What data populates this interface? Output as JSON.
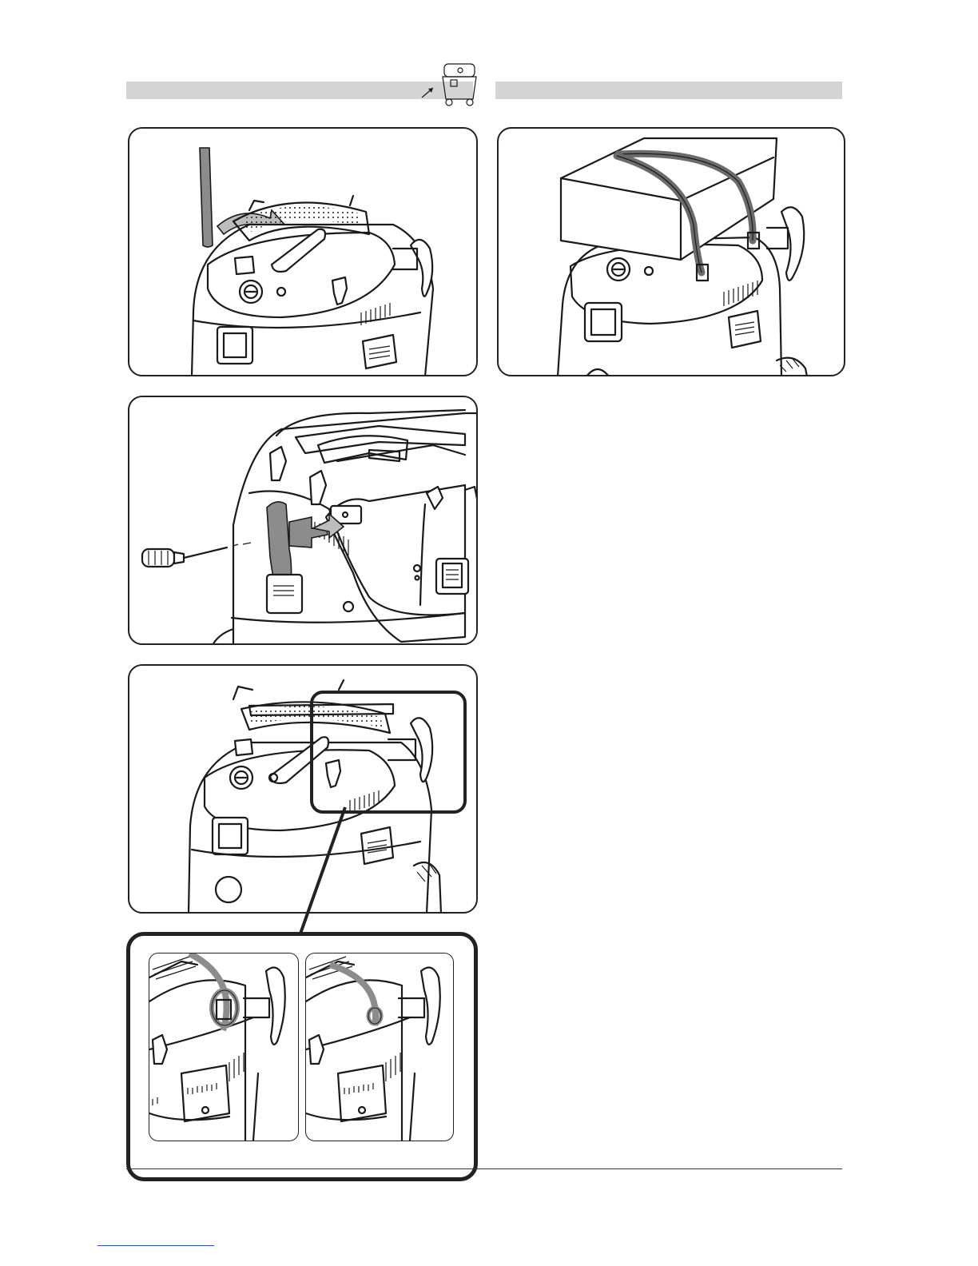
{
  "page": {
    "header_left_label": "",
    "header_right_label": "",
    "icons": {
      "header_icon": "vacuum-cleaner-icon",
      "arrow": "arrow-pointer-icon"
    },
    "colors": {
      "header_bar": "#d4d4d4",
      "line_art": "#1a1a1a",
      "accent_grey": "#8c8c8c",
      "footer_link": "#2a4fd6"
    },
    "illustrations": [
      {
        "id": "fig-insert-tube",
        "desc_icon": "vacuum-top-tube-icon"
      },
      {
        "id": "fig-mount-bracket",
        "desc_icon": "screwdriver-bracket-icon"
      },
      {
        "id": "fig-handle-closeup",
        "desc_icon": "vacuum-handle-icon"
      },
      {
        "id": "fig-strap-before",
        "desc_icon": "strap-loop-icon"
      },
      {
        "id": "fig-strap-after",
        "desc_icon": "strap-tight-icon"
      },
      {
        "id": "fig-box-strapped",
        "desc_icon": "box-strap-icon"
      }
    ]
  }
}
